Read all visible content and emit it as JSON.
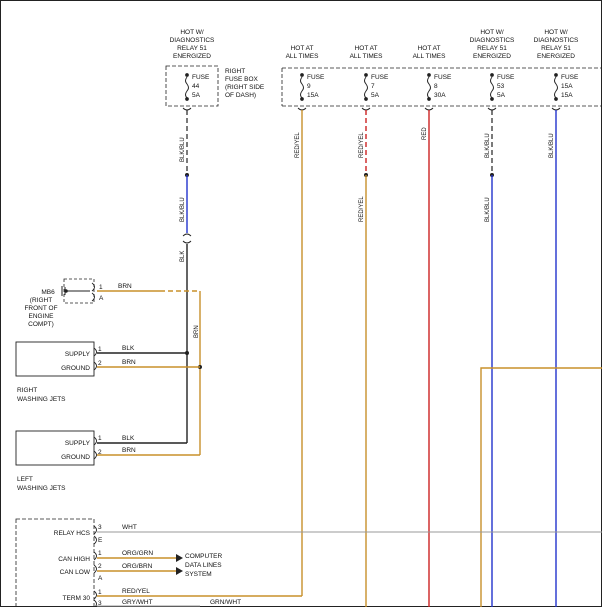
{
  "colors": {
    "black": "#222222",
    "blue": "#2233cc",
    "brown": "#c8902a",
    "red": "#cc2222",
    "grey": "#999999"
  },
  "feeds": [
    {
      "lines": [
        "HOT W/",
        "DIAGNOSTICS",
        "RELAY 51",
        "ENERGIZED"
      ]
    },
    {
      "lines": [
        "HOT AT",
        "ALL TIMES"
      ]
    },
    {
      "lines": [
        "HOT AT",
        "ALL TIMES"
      ]
    },
    {
      "lines": [
        "HOT AT",
        "ALL TIMES"
      ]
    },
    {
      "lines": [
        "HOT W/",
        "DIAGNOSTICS",
        "RELAY 51",
        "ENERGIZED"
      ]
    },
    {
      "lines": [
        "HOT W/",
        "DIAGNOSTICS",
        "RELAY 51",
        "ENERGIZED"
      ]
    }
  ],
  "fuses": [
    {
      "lines": [
        "FUSE",
        "44",
        "5A"
      ]
    },
    {
      "lines": [
        "FUSE",
        "9",
        "15A"
      ]
    },
    {
      "lines": [
        "FUSE",
        "7",
        "5A"
      ]
    },
    {
      "lines": [
        "FUSE",
        "8",
        "30A"
      ]
    },
    {
      "lines": [
        "FUSE",
        "53",
        "5A"
      ]
    },
    {
      "lines": [
        "FUSE",
        "15A",
        "15A"
      ]
    }
  ],
  "fuse_box": {
    "lines": [
      "RIGHT",
      "FUSE BOX",
      "(RIGHT SIDE",
      "OF DASH)"
    ]
  },
  "wire_labels": {
    "blk_blu": "BLK/BLU",
    "blk": "BLK",
    "red_yel": "RED/YEL",
    "red": "RED",
    "brn": "BRN",
    "wht": "WHT",
    "org_grn": "ORG/GRN",
    "org_brn": "ORG/BRN",
    "gry_wht": "GRY/WHT",
    "grn_wht": "GRN/WHT"
  },
  "mb6": {
    "lines": [
      "MB6",
      "(RIGHT",
      "FRONT OF",
      "ENGINE",
      "COMPT)"
    ]
  },
  "right_jets": {
    "supply": "SUPPLY",
    "ground": "GROUND",
    "caption": [
      "RIGHT",
      "WASHING JETS"
    ]
  },
  "left_jets": {
    "supply": "SUPPLY",
    "ground": "GROUND",
    "caption": [
      "LEFT",
      "WASHING JETS"
    ]
  },
  "relay": {
    "title": "RELAY HCS",
    "can_high": "CAN HIGH",
    "can_low": "CAN LOW",
    "term": "TERM 30"
  },
  "computer": {
    "lines": [
      "COMPUTER",
      "DATA LINES",
      "SYSTEM"
    ]
  },
  "pins": {
    "p1": "1",
    "p2": "2",
    "p3": "3",
    "pA": "A",
    "pE": "E"
  }
}
